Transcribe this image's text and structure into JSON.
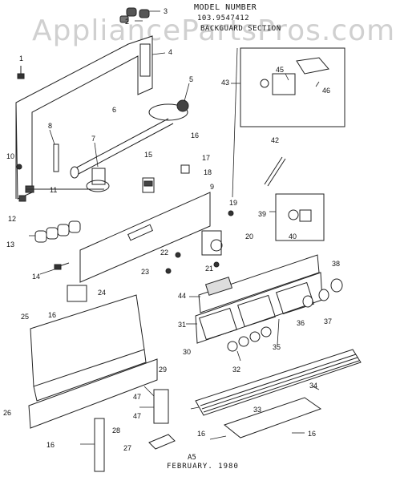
{
  "header": {
    "line1": "MODEL NUMBER",
    "line2": "103.9547412",
    "line3": "BACKGUARD SECTION"
  },
  "watermark": "AppliancePartsPros.com",
  "footer": {
    "code": "A5",
    "date": "FEBRUARY. 1980"
  },
  "callouts": {
    "c1": "1",
    "c2": "2",
    "c3": "3",
    "c4": "4",
    "c5": "5",
    "c6": "6",
    "c7": "7",
    "c8": "8",
    "c9": "9",
    "c10": "10",
    "c11": "11",
    "c12": "12",
    "c13": "13",
    "c14": "14",
    "c15": "15",
    "c16a": "16",
    "c16b": "16",
    "c16c": "16",
    "c16d": "16",
    "c16e": "16",
    "c17": "17",
    "c18": "18",
    "c19": "19",
    "c20": "20",
    "c21": "21",
    "c22": "22",
    "c23": "23",
    "c24": "24",
    "c25": "25",
    "c26": "26",
    "c27": "27",
    "c28": "28",
    "c29": "29",
    "c30": "30",
    "c31": "31",
    "c32": "32",
    "c33": "33",
    "c34": "34",
    "c35": "35",
    "c36": "36",
    "c37": "37",
    "c38": "38",
    "c39": "39",
    "c40": "40",
    "c42": "42",
    "c43": "43",
    "c44": "44",
    "c45": "45",
    "c46": "46",
    "c47a": "47",
    "c47b": "47"
  }
}
